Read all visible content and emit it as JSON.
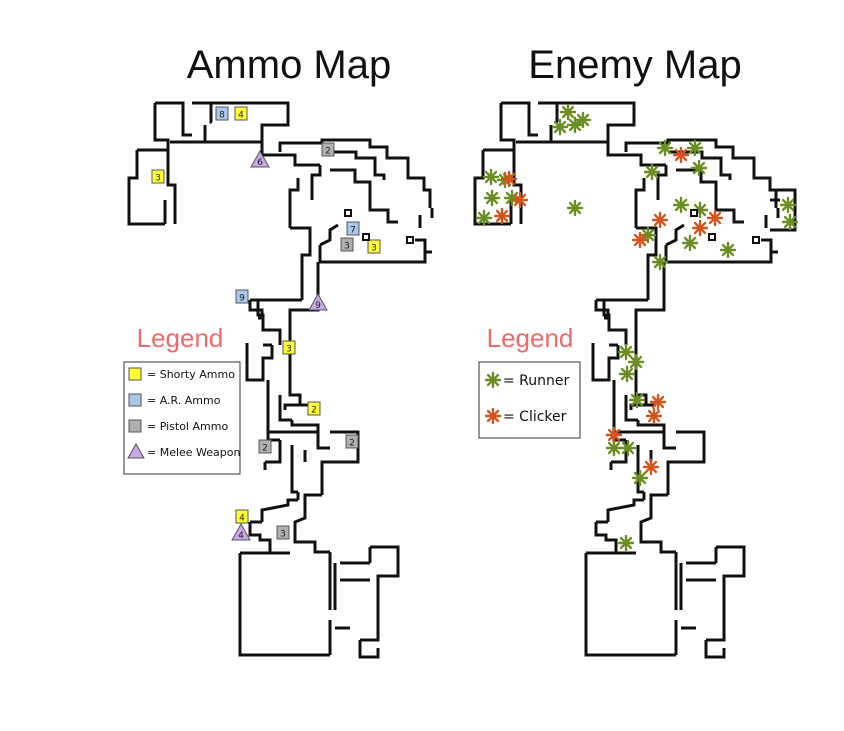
{
  "ammo_map": {
    "title": "Ammo Map",
    "legend": {
      "title": "Legend",
      "entries": [
        {
          "label": "= Shorty Ammo",
          "shape": "square",
          "color": "#ffff33"
        },
        {
          "label": "= A.R. Ammo",
          "shape": "square",
          "color": "#a9c8ee"
        },
        {
          "label": "= Pistol Ammo",
          "shape": "square",
          "color": "#b0b0b0"
        },
        {
          "label": "= Melee Weapon",
          "shape": "triangle",
          "color": "#c9a8e6"
        }
      ]
    },
    "markers": [
      {
        "type": "ar",
        "value": "8"
      },
      {
        "type": "shorty",
        "value": "4"
      },
      {
        "type": "melee",
        "value": "6"
      },
      {
        "type": "pistol",
        "value": "2"
      },
      {
        "type": "shorty",
        "value": "3"
      },
      {
        "type": "ar",
        "value": "7"
      },
      {
        "type": "pistol",
        "value": "3"
      },
      {
        "type": "shorty",
        "value": "3"
      },
      {
        "type": "ar",
        "value": "9"
      },
      {
        "type": "melee",
        "value": "9"
      },
      {
        "type": "shorty",
        "value": "3"
      },
      {
        "type": "shorty",
        "value": "2"
      },
      {
        "type": "pistol",
        "value": "2"
      },
      {
        "type": "pistol",
        "value": "2"
      },
      {
        "type": "shorty",
        "value": "4"
      },
      {
        "type": "melee",
        "value": "4"
      },
      {
        "type": "pistol",
        "value": "3"
      }
    ]
  },
  "enemy_map": {
    "title": "Enemy Map",
    "legend": {
      "title": "Legend",
      "entries": [
        {
          "label": "= Runner",
          "color": "#6b8e23"
        },
        {
          "label": "= Clicker",
          "color": "#d2541e"
        }
      ]
    },
    "runner_count": 30,
    "clicker_count": 12
  },
  "colors": {
    "legend_title": "#ee6b6b",
    "runner": "#6b8e23",
    "clicker": "#d2541e",
    "shorty": "#ffff33",
    "ar": "#a9c8ee",
    "pistol": "#b0b0b0",
    "melee": "#c9a8e6"
  }
}
